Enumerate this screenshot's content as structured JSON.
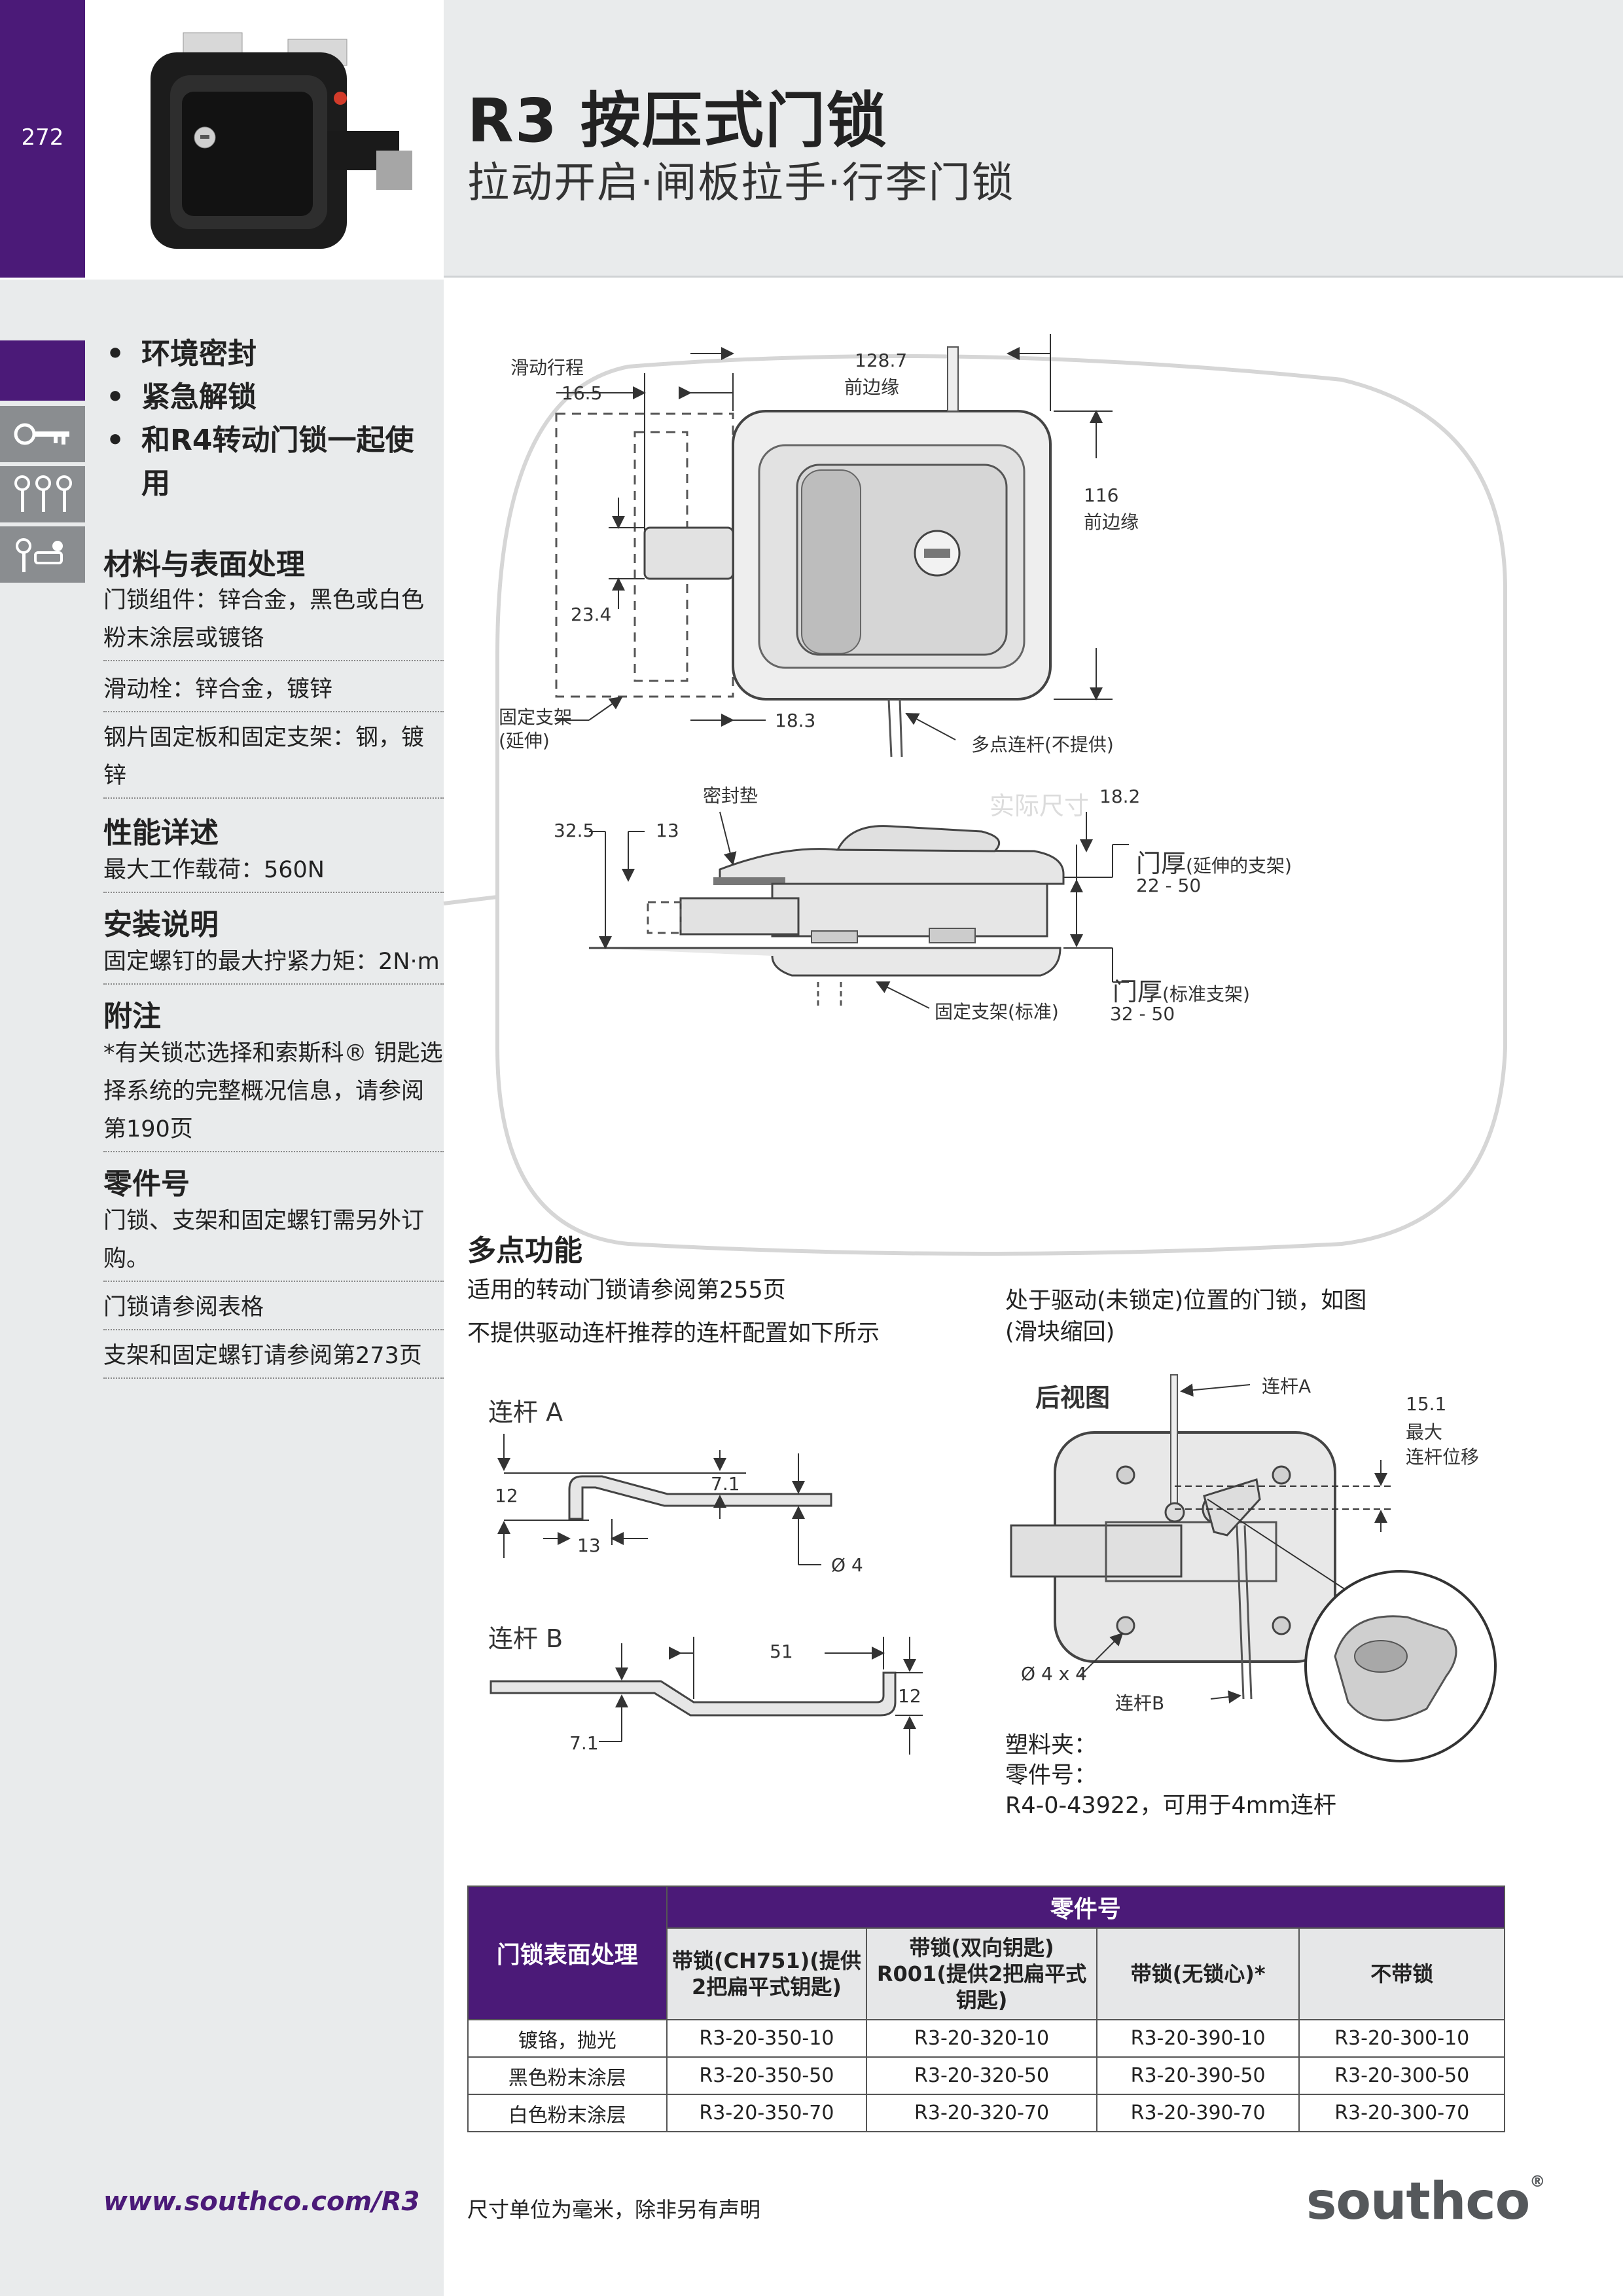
{
  "header": {
    "page_number": "272",
    "title": "R3 按压式门锁",
    "subtitle": "拉动开启·闸板拉手·行李门锁"
  },
  "sidebar": {
    "bullets": [
      "环境密封",
      "紧急解锁",
      "和R4转动门锁一起使用"
    ],
    "sections": [
      {
        "title": "材料与表面处理",
        "rows": [
          "门锁组件：锌合金，黑色或白色粉末涂层或镀铬",
          "滑动栓：锌合金，镀锌",
          "钢片固定板和固定支架：钢，镀锌"
        ]
      },
      {
        "title": "性能详述",
        "rows": [
          "最大工作载荷：560N"
        ]
      },
      {
        "title": "安装说明",
        "rows": [
          "固定螺钉的最大拧紧力矩：2N·m"
        ]
      },
      {
        "title": "附注",
        "rows": [
          "*有关锁芯选择和索斯科® 钥匙选择系统的完整概况信息，请参阅第190页"
        ]
      },
      {
        "title": "零件号",
        "rows": [
          "门锁、支架和固定螺钉需另外订购。",
          "门锁请参阅表格",
          "支架和固定螺钉请参阅第273页"
        ]
      }
    ],
    "footer_url": "www.southco.com/R3"
  },
  "drawing_top": {
    "labels": {
      "slide_travel": "滑动行程",
      "d16_5": "16.5",
      "d128_7": "128.7",
      "front_edge_1": "前边缘",
      "d116": "116",
      "front_edge_2": "前边缘",
      "d23_4": "23.4",
      "bracket_ext": "固定支架",
      "bracket_ext_2": "(延伸)",
      "d18_3": "18.3",
      "multipoint_rod": "多点连杆(不提供)",
      "seal": "密封垫",
      "actual_size": "实际尺寸",
      "d18_2": "18.2",
      "d32_5": "32.5",
      "d13": "13",
      "door_thick_ext": "门厚",
      "door_thick_ext_note": "(延伸的支架)",
      "range_ext": "22 - 50",
      "door_thick_std": "门厚",
      "door_thick_std_note": "(标准支架)",
      "range_std": "32 - 50",
      "bracket_std": "固定支架(标准)"
    }
  },
  "multipoint": {
    "title": "多点功能",
    "line1": "适用的转动门锁请参阅第255页",
    "line2": "不提供驱动连杆推荐的连杆配置如下所示",
    "right1": "处于驱动(未锁定)位置的门锁，如图",
    "right2": "(滑块缩回)",
    "rod_a": "连杆 A",
    "rod_a_12": "12",
    "rod_a_7_1": "7.1",
    "rod_a_13": "13",
    "rod_a_d4": "Ø 4",
    "rod_b": "连杆 B",
    "rod_b_51": "51",
    "rod_b_12": "12",
    "rod_b_7_1": "7.1",
    "rear_view": "后视图",
    "rear_rod_a": "连杆A",
    "d15_1": "15.1",
    "max": "最大",
    "rod_disp": "连杆位移",
    "d4x4": "Ø 4 x 4",
    "rear_rod_b": "连杆B",
    "clip1": "塑料夹：",
    "clip2": "零件号：",
    "clip3": "R4-0-43922，可用于4mm连杆"
  },
  "table": {
    "group_header": "零件号",
    "row_header": "门锁表面处理",
    "columns": [
      "带锁(CH751)(提供2把扁平式钥匙)",
      "带锁(双向钥匙) R001(提供2把扁平式钥匙)",
      "带锁(无锁心)*",
      "不带锁"
    ],
    "rows": [
      {
        "finish": "镀铬，抛光",
        "parts": [
          "R3-20-350-10",
          "R3-20-320-10",
          "R3-20-390-10",
          "R3-20-300-10"
        ]
      },
      {
        "finish": "黑色粉末涂层",
        "parts": [
          "R3-20-350-50",
          "R3-20-320-50",
          "R3-20-390-50",
          "R3-20-300-50"
        ]
      },
      {
        "finish": "白色粉末涂层",
        "parts": [
          "R3-20-350-70",
          "R3-20-320-70",
          "R3-20-390-70",
          "R3-20-300-70"
        ]
      }
    ]
  },
  "footer": {
    "note": "尺寸单位为毫米，除非另有声明",
    "logo": "southco"
  },
  "colors": {
    "brand_purple": "#4b1a78",
    "band_gray": "#e9ebec",
    "tab_gray": "#8a8d90"
  }
}
